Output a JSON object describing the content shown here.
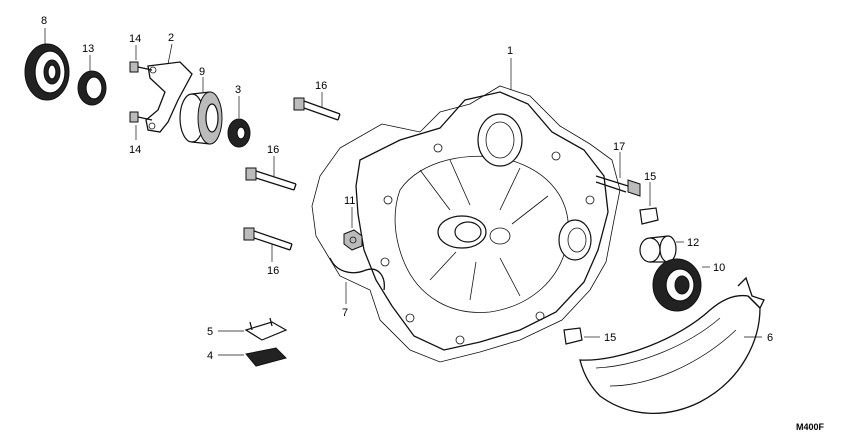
{
  "diagram_code": "M400F",
  "callouts": [
    "1",
    "2",
    "3",
    "4",
    "5",
    "6",
    "7",
    "8",
    "9",
    "10",
    "11",
    "12",
    "13",
    "14",
    "14",
    "15",
    "15",
    "16",
    "16",
    "16",
    "17"
  ],
  "colors": {
    "ink": "#111111",
    "background": "#ffffff"
  }
}
